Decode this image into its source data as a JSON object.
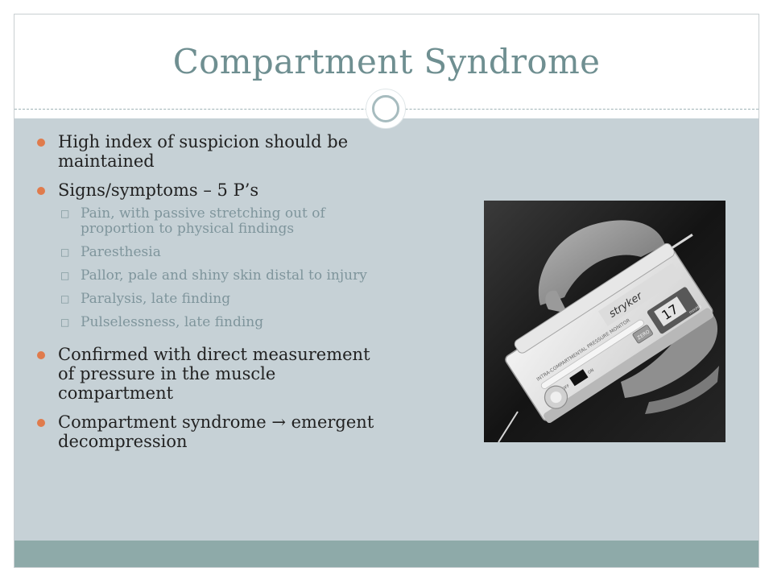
{
  "title": "Compartment Syndrome",
  "bullets": [
    {
      "text": "High index of suspicion should be maintained"
    },
    {
      "text": "Signs/symptoms – 5 P’s",
      "sub": [
        "Pain, with passive stretching out of proportion to physical findings",
        "Paresthesia",
        "Pallor, pale and shiny skin distal to injury",
        "Paralysis, late finding",
        "Pulselessness, late finding"
      ]
    },
    {
      "text": "Confirmed with direct measurement of pressure in the muscle compartment"
    },
    {
      "text": "Compartment syndrome → emergent decompression"
    }
  ],
  "device": {
    "brand": "stryker",
    "model": "INTRA-COMPARTMENTAL PRESSURE MONITOR",
    "readout": "17",
    "unit": "mmHg",
    "zero_label": "ZERO",
    "off_label": "OFF",
    "on_label": "ON"
  },
  "colors": {
    "title": "#6f8f91",
    "content_bg": "#c6d1d6",
    "bottom_bar": "#8eaaa9",
    "bullet": "#e07b4c",
    "sub_text": "#7f959c"
  }
}
